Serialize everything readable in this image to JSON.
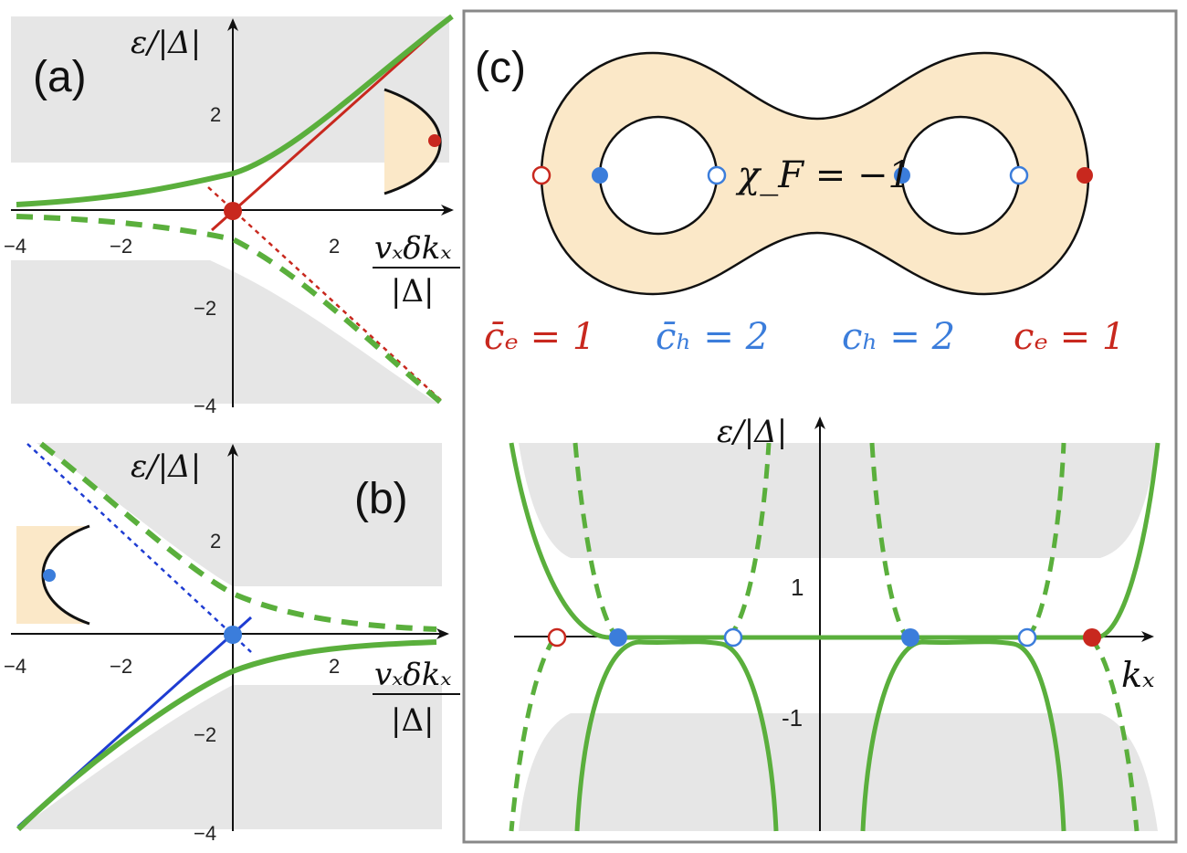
{
  "panel_a": {
    "label": "(a)",
    "ylabel": "ε/|Δ|",
    "xlabel_num": "vₓδkₓ",
    "xlabel_den": "|Δ|",
    "xticks": [
      "−4",
      "−2",
      "2"
    ],
    "yticks": [
      "2",
      "−2",
      "−4"
    ]
  },
  "panel_b": {
    "label": "(b)",
    "ylabel": "ε/|Δ|",
    "xlabel_num": "vₓδkₓ",
    "xlabel_den": "|Δ|",
    "xticks": [
      "−4",
      "−2",
      "2"
    ],
    "yticks": [
      "2",
      "−2",
      "−4"
    ]
  },
  "panel_c": {
    "label": "(c)",
    "chi": "χ_F = −1",
    "charges": [
      {
        "text": "c̄ₑ = 1",
        "color": "#c8281e"
      },
      {
        "text": "c̄ₕ = 2",
        "color": "#3b7ddb"
      },
      {
        "text": "cₕ = 2",
        "color": "#3b7ddb"
      },
      {
        "text": "cₑ = 1",
        "color": "#c8281e"
      }
    ],
    "ylabel": "ε/|Δ|",
    "xlabel": "kₓ",
    "yticks": [
      "1",
      "-1"
    ]
  },
  "colors": {
    "green": "#5aaf3c",
    "red": "#c8281e",
    "blue": "#3b7ddb",
    "darkblue": "#1e3cd2",
    "gray": "#e6e6e6",
    "fill": "#fbe8c8"
  }
}
